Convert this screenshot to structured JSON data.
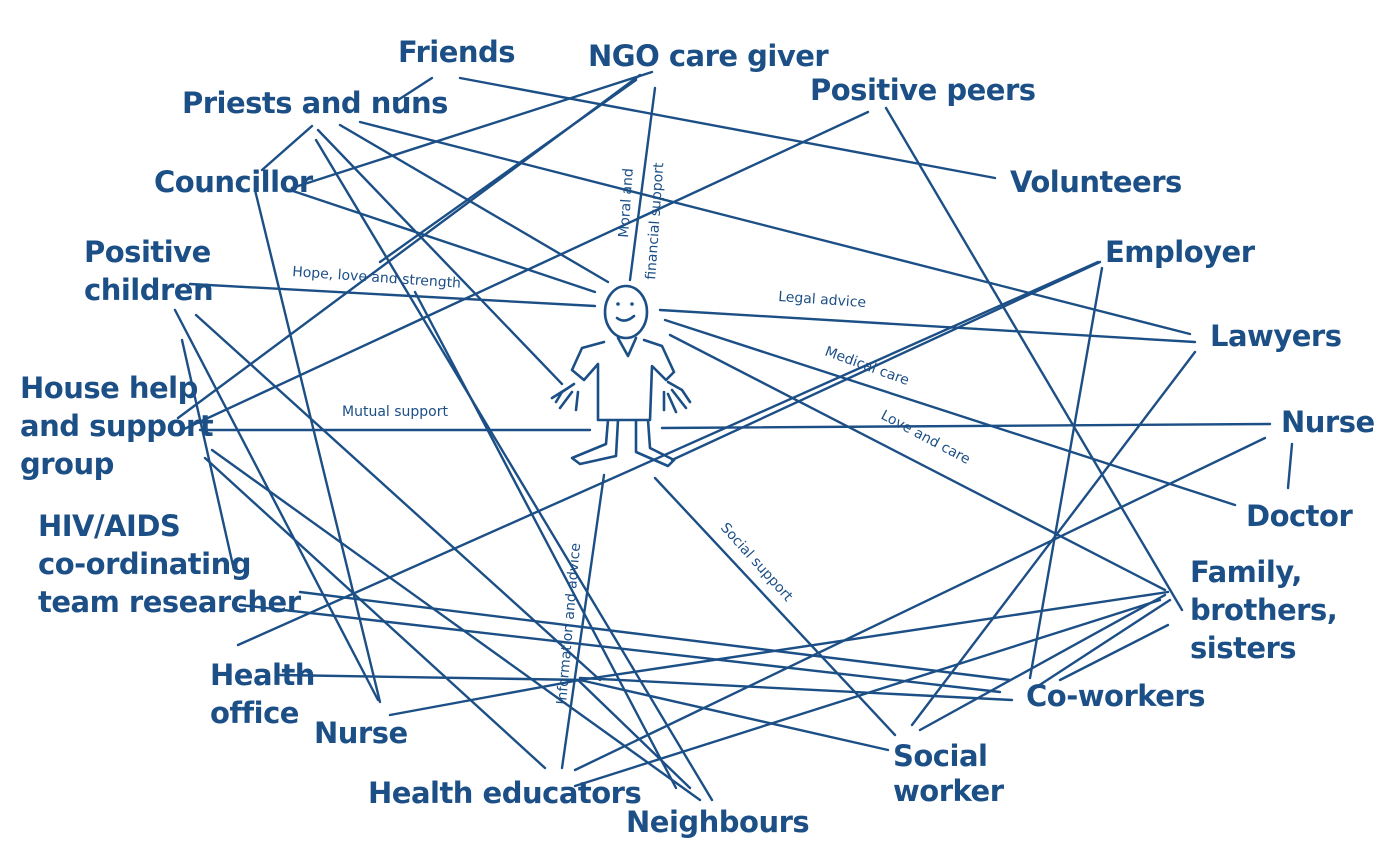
{
  "nodes": {
    "friends": "Friends",
    "ngo_care_giver": "NGO care giver",
    "positive_peers": "Positive peers",
    "priests_and_nuns": "Priests and nuns",
    "councillor": "Councillor",
    "volunteers": "Volunteers",
    "positive_children": [
      "Positive",
      "children"
    ],
    "employer": "Employer",
    "lawyers": "Lawyers",
    "house_help": [
      "House help",
      "and support",
      "group"
    ],
    "nurse_right": "Nurse",
    "doctor": "Doctor",
    "hiv_aids": [
      "HIV/AIDS",
      "co-ordinating",
      "team researcher"
    ],
    "family": [
      "Family,",
      "brothers,",
      "sisters"
    ],
    "health_office": [
      "Health",
      "office"
    ],
    "nurse_bottom": "Nurse",
    "co_workers": "Co-workers",
    "social_worker": [
      "Social",
      "worker"
    ],
    "health_educators": "Health educators",
    "neighbours": "Neighbours"
  },
  "edge_labels": {
    "moral_financial": [
      "Moral and",
      "financial support"
    ],
    "hope_love": "Hope, love and strength",
    "legal_advice": "Legal advice",
    "medical_care": "Medical care",
    "mutual_support": "Mutual support",
    "love_and_care": "Love and care",
    "social_support": "Social support",
    "information_advice": "Information and advice"
  },
  "center": {
    "icon": "person-figure"
  },
  "colors": {
    "ink": "#1c4f86",
    "background": "#ffffff"
  }
}
